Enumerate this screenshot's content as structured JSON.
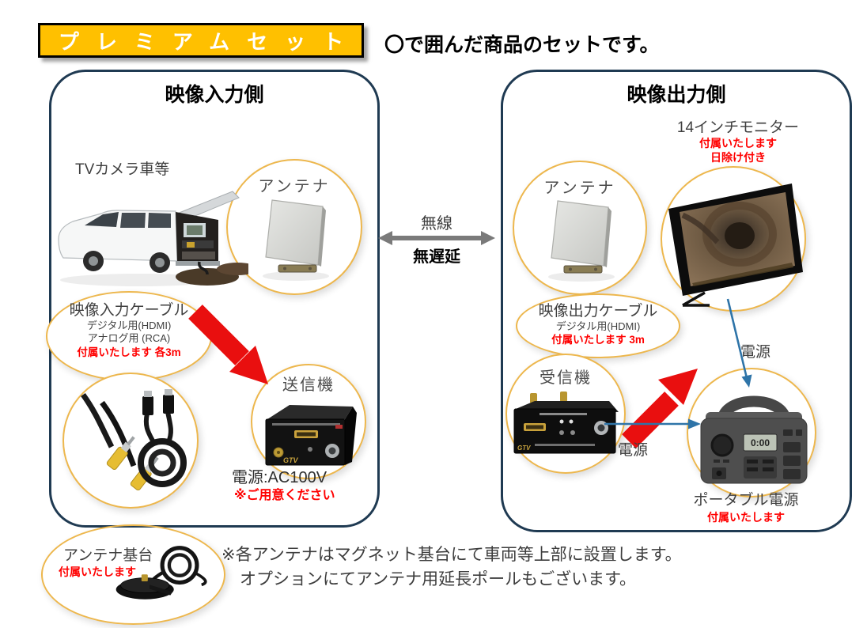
{
  "banner": {
    "title": "プレミアムセット"
  },
  "header": {
    "subtitle": "〇で囲んだ商品のセットです。"
  },
  "input_panel": {
    "title": "映像入力側",
    "van_label": "TVカメラ車等",
    "antenna_label": "アンテナ",
    "cable": {
      "title": "映像入力ケーブル",
      "digital": "デジタル用(HDMI)",
      "analog": "アナログ用 (RCA)",
      "included": "付属いたします 各3m"
    },
    "transmitter_label": "送信機",
    "power": "電源:AC100V",
    "power_note": "※ご用意ください"
  },
  "wireless_link": {
    "label": "無線",
    "sublabel": "無遅延"
  },
  "output_panel": {
    "title": "映像出力側",
    "monitor_label": "14インチモニター",
    "monitor_included": "付属いたします",
    "monitor_sunshade": "日除け付き",
    "antenna_label": "アンテナ",
    "cable": {
      "title": "映像出力ケーブル",
      "digital": "デジタル用(HDMI)",
      "included": "付属いたします 3m"
    },
    "receiver_label": "受信機",
    "monitor_power_label": "電源",
    "receiver_power_label": "電源",
    "portable_power_label": "ポータブル電源",
    "portable_power_included": "付属いたします"
  },
  "antenna_base": {
    "title": "アンテナ基台",
    "included": "付属いたします"
  },
  "footnote": {
    "line1": "※各アンテナはマグネット基台にて車両等上部に設置します。",
    "line2": "オプションにてアンテナ用延長ポールもございます。"
  },
  "devices": {
    "transmitter_logo": "GTV",
    "receiver_logo": "GTV",
    "power_station_display": "0:00"
  },
  "colors": {
    "banner_bg": "#FFC000",
    "panel_border": "#1F3A52",
    "circle_border": "#EDB74D",
    "accent_red": "#FF0000",
    "arrow_red": "#E90F0F",
    "arrow_teal": "#2E74A8",
    "arrow_gray": "#7A7A7A"
  }
}
